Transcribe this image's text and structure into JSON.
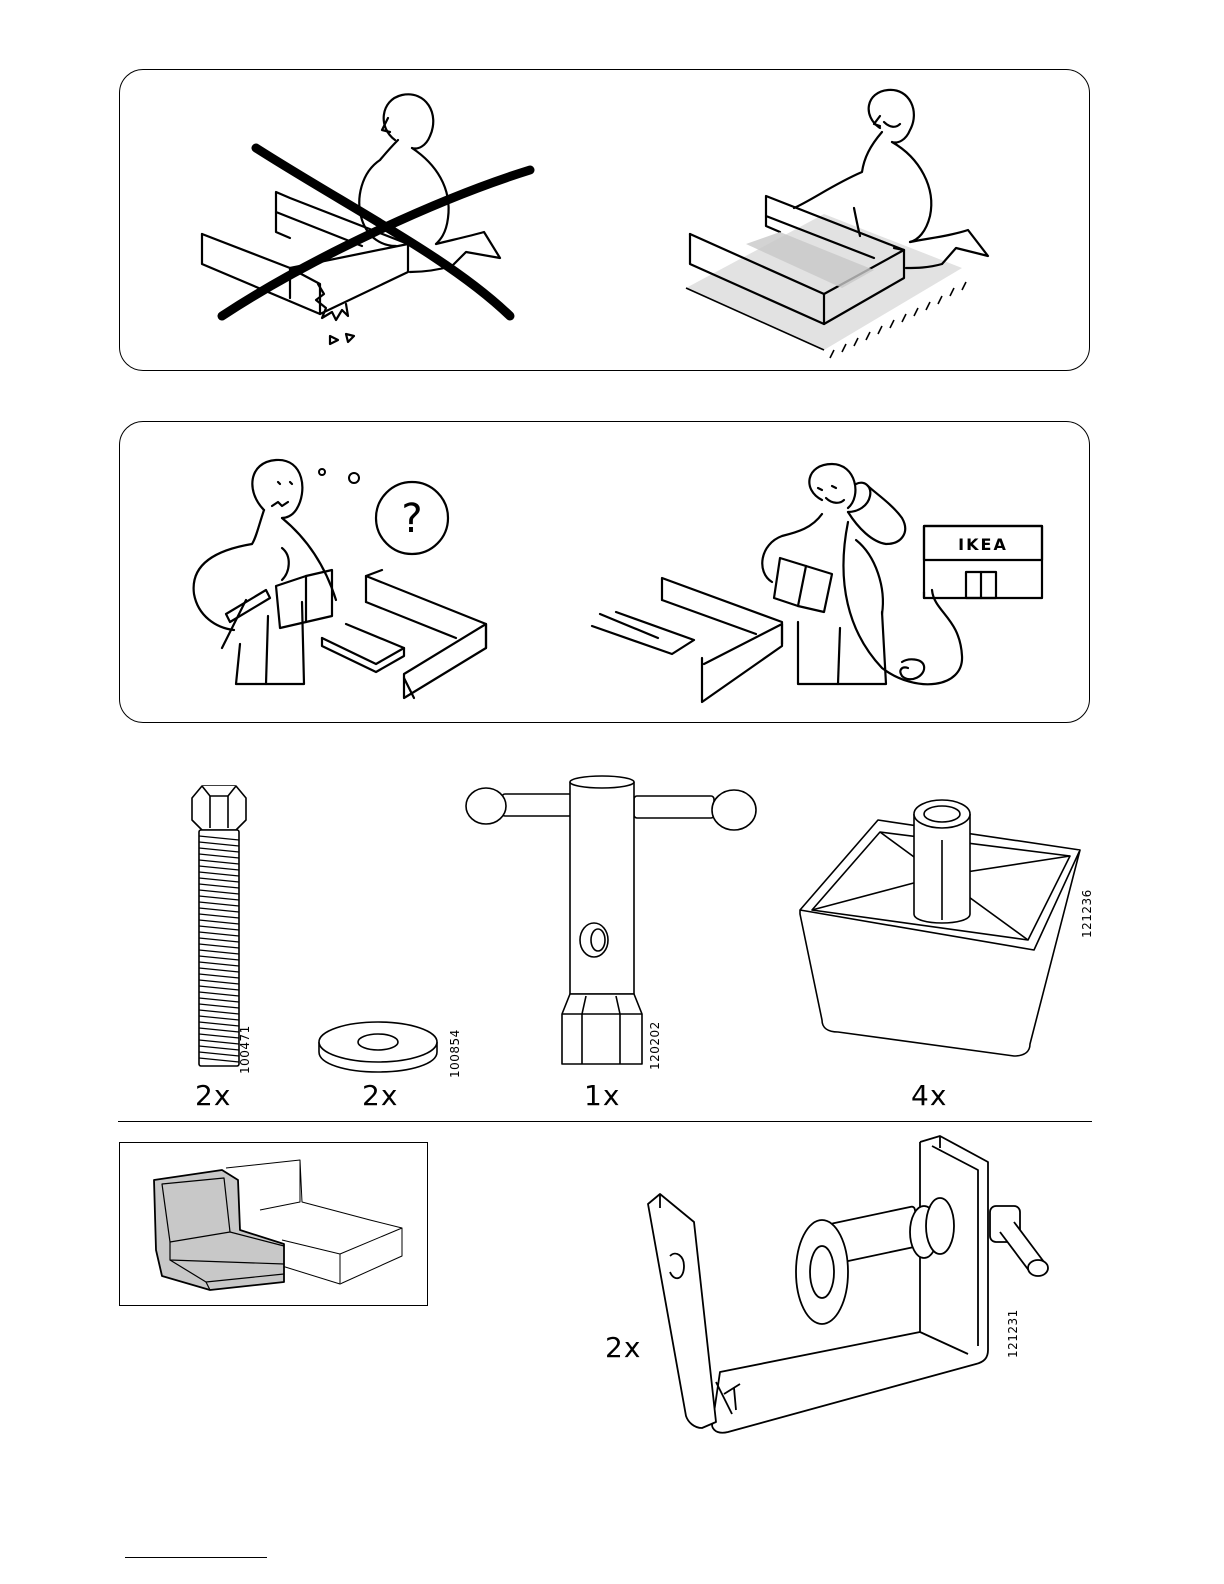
{
  "store_sign": {
    "text": "IKEA"
  },
  "question_bubble": {
    "text": "?"
  },
  "parts": [
    {
      "quantity": "2x",
      "article": "100471",
      "icon": "bolt-icon"
    },
    {
      "quantity": "2x",
      "article": "100854",
      "icon": "washer-icon"
    },
    {
      "quantity": "1x",
      "article": "120202",
      "icon": "socket-wrench-icon"
    },
    {
      "quantity": "4x",
      "article": "121236",
      "icon": "leg-foot-icon"
    },
    {
      "quantity": "2x",
      "article": "121231",
      "icon": "clamp-bracket-icon"
    }
  ],
  "colors": {
    "line": "#000000",
    "shade": "#c8c8c8",
    "floor_shade": "#e2e2e2"
  }
}
